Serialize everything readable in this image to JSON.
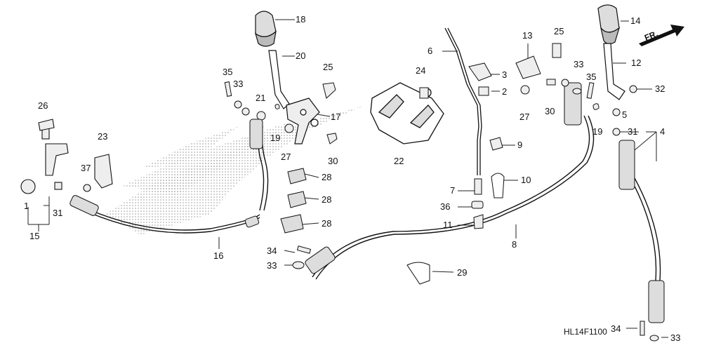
{
  "diagram": {
    "code": "HL14F1100",
    "direction_label": "FR.",
    "callouts": [
      {
        "id": "c18",
        "text": "18"
      },
      {
        "id": "c20",
        "text": "20"
      },
      {
        "id": "c35a",
        "text": "35"
      },
      {
        "id": "c33a",
        "text": "33"
      },
      {
        "id": "c25a",
        "text": "25"
      },
      {
        "id": "c21",
        "text": "21"
      },
      {
        "id": "c17",
        "text": "17"
      },
      {
        "id": "c19a",
        "text": "19"
      },
      {
        "id": "c27a",
        "text": "27"
      },
      {
        "id": "c30a",
        "text": "30"
      },
      {
        "id": "c26",
        "text": "26"
      },
      {
        "id": "c23",
        "text": "23"
      },
      {
        "id": "c37",
        "text": "37"
      },
      {
        "id": "c1",
        "text": "1"
      },
      {
        "id": "c31a",
        "text": "31"
      },
      {
        "id": "c15",
        "text": "15"
      },
      {
        "id": "c28a",
        "text": "28"
      },
      {
        "id": "c28b",
        "text": "28"
      },
      {
        "id": "c28c",
        "text": "28"
      },
      {
        "id": "c16",
        "text": "16"
      },
      {
        "id": "c34a",
        "text": "34"
      },
      {
        "id": "c33b",
        "text": "33"
      },
      {
        "id": "c24",
        "text": "24"
      },
      {
        "id": "c22",
        "text": "22"
      },
      {
        "id": "c6",
        "text": "6"
      },
      {
        "id": "c3",
        "text": "3"
      },
      {
        "id": "c2",
        "text": "2"
      },
      {
        "id": "c13",
        "text": "13"
      },
      {
        "id": "c25b",
        "text": "25"
      },
      {
        "id": "c27b",
        "text": "27"
      },
      {
        "id": "c30b",
        "text": "30"
      },
      {
        "id": "c33c",
        "text": "33"
      },
      {
        "id": "c35b",
        "text": "35"
      },
      {
        "id": "c9",
        "text": "9"
      },
      {
        "id": "c10",
        "text": "10"
      },
      {
        "id": "c7",
        "text": "7"
      },
      {
        "id": "c36",
        "text": "36"
      },
      {
        "id": "c11",
        "text": "11"
      },
      {
        "id": "c8",
        "text": "8"
      },
      {
        "id": "c29",
        "text": "29"
      },
      {
        "id": "c14",
        "text": "14"
      },
      {
        "id": "c12",
        "text": "12"
      },
      {
        "id": "c32",
        "text": "32"
      },
      {
        "id": "c5",
        "text": "5"
      },
      {
        "id": "c31b",
        "text": "31"
      },
      {
        "id": "c4",
        "text": "4"
      },
      {
        "id": "c19b",
        "text": "19"
      },
      {
        "id": "c34b",
        "text": "34"
      },
      {
        "id": "c33d",
        "text": "33"
      }
    ]
  }
}
